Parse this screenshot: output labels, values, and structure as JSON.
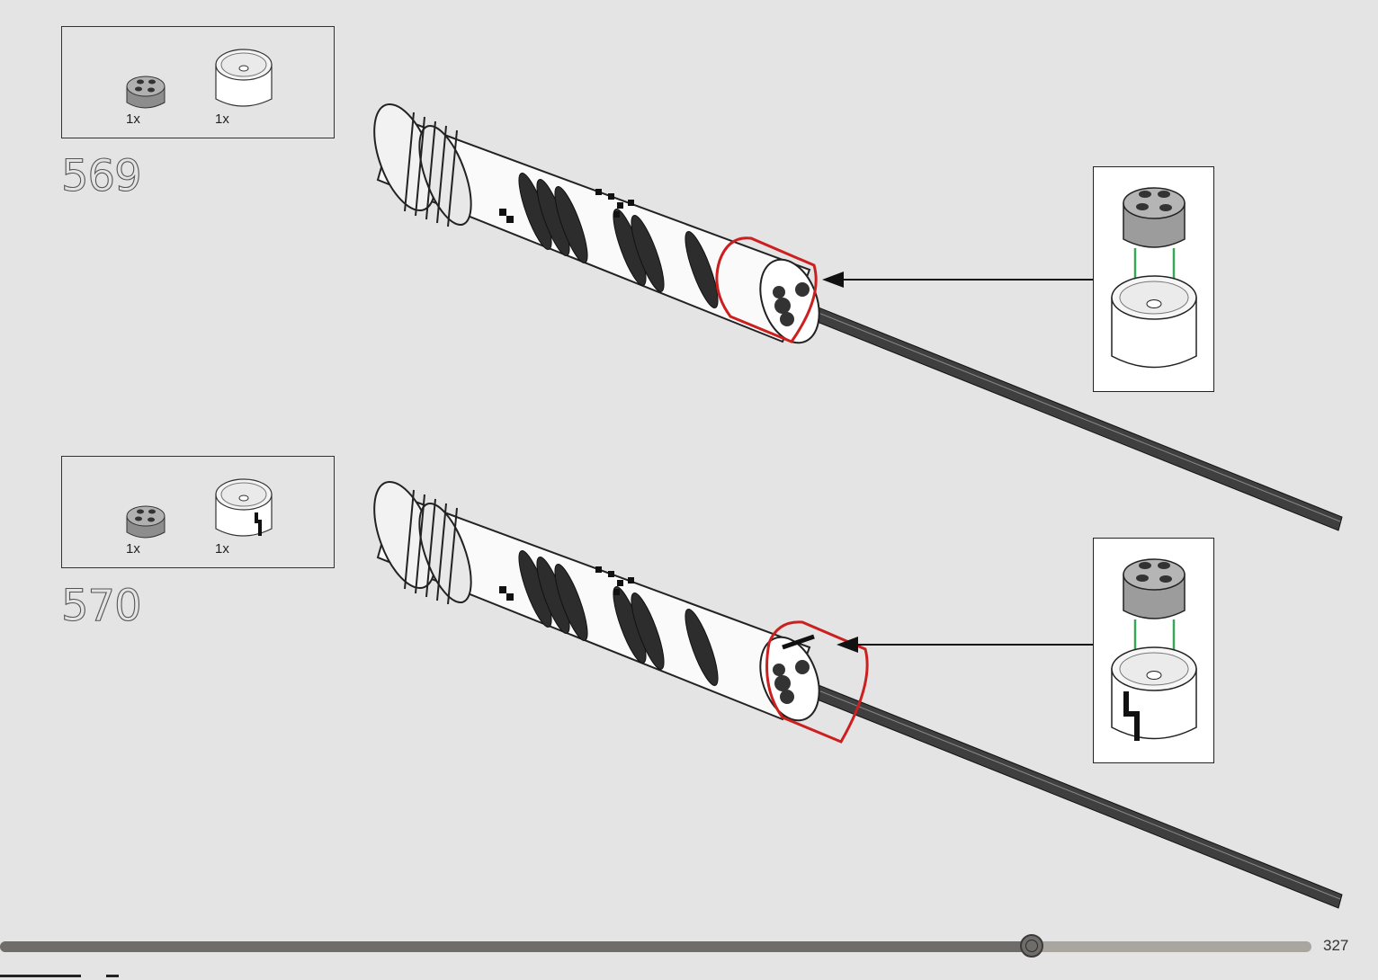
{
  "steps": [
    {
      "number": "569",
      "parts": [
        {
          "qty": "1x",
          "name": "grey-round-2x2-brick-icon"
        },
        {
          "qty": "1x",
          "name": "white-round-2x2-brick-icon"
        }
      ]
    },
    {
      "number": "570",
      "parts": [
        {
          "qty": "1x",
          "name": "grey-round-2x2-brick-icon"
        },
        {
          "qty": "1x",
          "name": "white-round-2x2-brick-decorated-icon"
        }
      ]
    }
  ],
  "navigation": {
    "progress": 0.787,
    "page_number": "327"
  },
  "colors": {
    "background": "#e4e4e4",
    "highlight": "#cc1f1f",
    "arrow_green": "#3aa65a",
    "brick_grey": "#9c9c9c",
    "progress_fill": "#6f6d69",
    "progress_track": "#a9a59f"
  }
}
